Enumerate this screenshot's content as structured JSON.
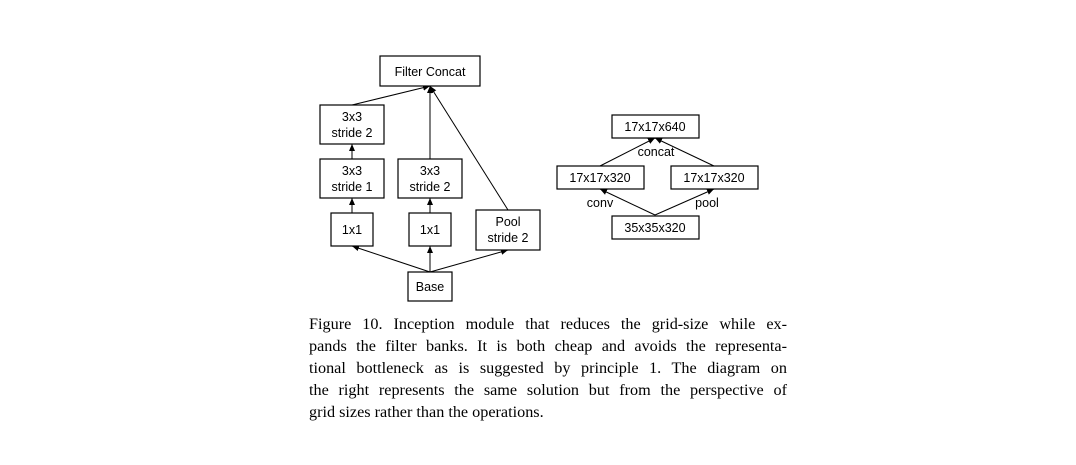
{
  "left": {
    "nodes": {
      "filter_concat": [
        "Filter Concat"
      ],
      "b1_3x3_s2": [
        "3x3",
        "stride 2"
      ],
      "b1_3x3_s1": [
        "3x3",
        "stride 1"
      ],
      "b1_1x1": [
        "1x1"
      ],
      "b2_3x3_s2": [
        "3x3",
        "stride 2"
      ],
      "b2_1x1": [
        "1x1"
      ],
      "pool": [
        "Pool",
        "stride 2"
      ],
      "base": [
        "Base"
      ]
    }
  },
  "right": {
    "nodes": {
      "top": [
        "17x17x640"
      ],
      "mid_left": [
        "17x17x320"
      ],
      "mid_right": [
        "17x17x320"
      ],
      "bottom": [
        "35x35x320"
      ]
    },
    "edge_labels": {
      "concat": "concat",
      "conv": "conv",
      "pool": "pool"
    }
  },
  "caption": {
    "lines": [
      "Figure 10. Inception module that reduces the grid-size while ex-",
      "pands the filter banks. It is both cheap and avoids the representa-",
      "tional bottleneck as is suggested by principle 1. The diagram on",
      "the right represents the same solution but from the perspective of",
      "grid sizes rather than the operations."
    ]
  }
}
